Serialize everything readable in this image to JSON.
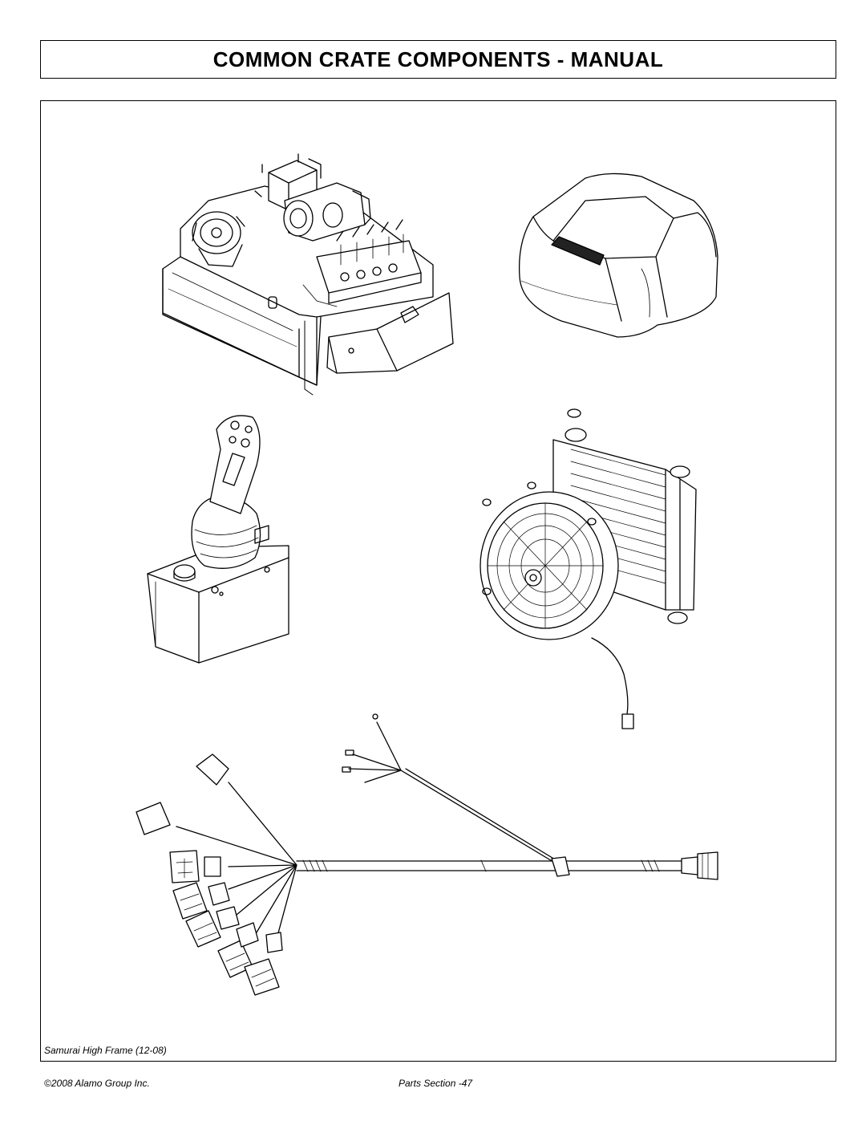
{
  "header": {
    "title": "COMMON CRATE COMPONENTS - MANUAL"
  },
  "footer": {
    "caption": "Samurai High Frame (12-08)",
    "copyright": "©2008 Alamo Group Inc.",
    "section": "Parts Section -47"
  },
  "illustrations": [
    {
      "icon": "valve-assembly-icon"
    },
    {
      "icon": "cover-icon"
    },
    {
      "icon": "joystick-icon"
    },
    {
      "icon": "oil-cooler-fan-icon"
    },
    {
      "icon": "wiring-harness-icon"
    }
  ]
}
